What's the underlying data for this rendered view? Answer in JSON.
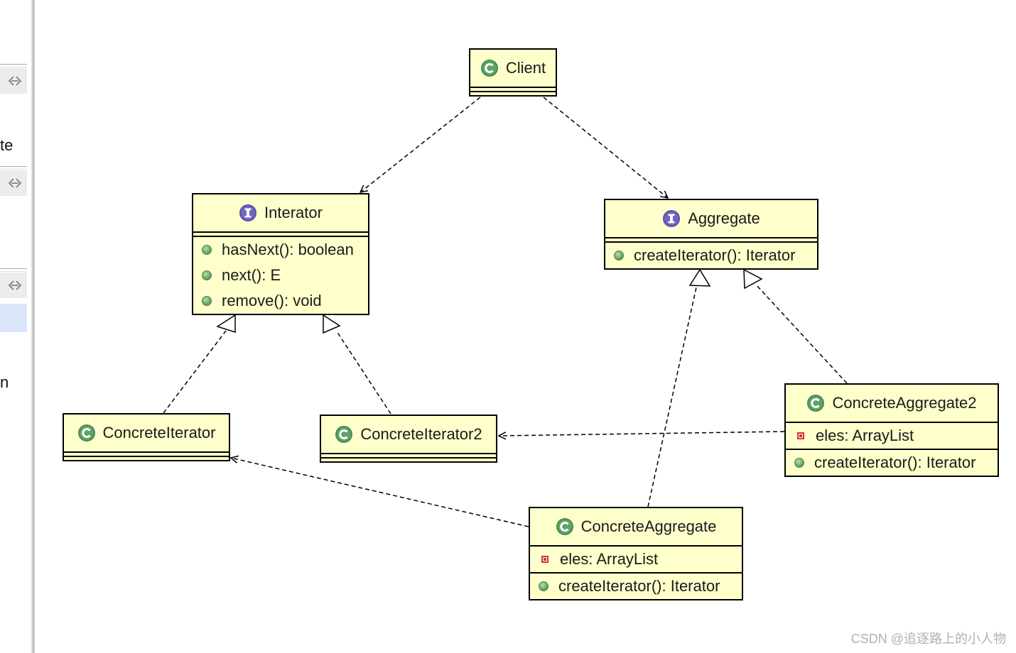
{
  "sidebar": {
    "fragments": [
      "te",
      "n"
    ]
  },
  "classes": {
    "client": {
      "name": "Client",
      "kind": "class"
    },
    "interator": {
      "name": "Interator",
      "kind": "interface",
      "methods": [
        "hasNext(): boolean",
        "next(): E",
        "remove(): void"
      ]
    },
    "aggregate": {
      "name": "Aggregate",
      "kind": "interface",
      "methods": [
        "createIterator(): Iterator"
      ]
    },
    "concrete_iterator": {
      "name": "ConcreteIterator",
      "kind": "class"
    },
    "concrete_iterator2": {
      "name": "ConcreteIterator2",
      "kind": "class"
    },
    "concrete_aggregate2": {
      "name": "ConcreteAggregate2",
      "kind": "class",
      "fields": [
        "eles: ArrayList"
      ],
      "methods": [
        "createIterator(): Iterator"
      ]
    },
    "concrete_aggregate": {
      "name": "ConcreteAggregate",
      "kind": "class",
      "fields": [
        "eles: ArrayList"
      ],
      "methods": [
        "createIterator(): Iterator"
      ]
    }
  },
  "relations": [
    {
      "from": "Client",
      "to": "Interator",
      "type": "dependency"
    },
    {
      "from": "Client",
      "to": "Aggregate",
      "type": "dependency"
    },
    {
      "from": "ConcreteIterator",
      "to": "Interator",
      "type": "realization"
    },
    {
      "from": "ConcreteIterator2",
      "to": "Interator",
      "type": "realization"
    },
    {
      "from": "ConcreteAggregate",
      "to": "Aggregate",
      "type": "realization"
    },
    {
      "from": "ConcreteAggregate2",
      "to": "Aggregate",
      "type": "realization"
    },
    {
      "from": "ConcreteAggregate2",
      "to": "ConcreteIterator2",
      "type": "dependency"
    },
    {
      "from": "ConcreteAggregate",
      "to": "ConcreteIterator",
      "type": "dependency"
    }
  ],
  "colors": {
    "class_fill": "#ffffcc",
    "class_icon": "#4a8a52",
    "interface_icon": "#5b4ea8",
    "public_dot": "#5c9a58",
    "private_marker": "#d2343c"
  },
  "watermark": "CSDN @追逐路上的小人物"
}
